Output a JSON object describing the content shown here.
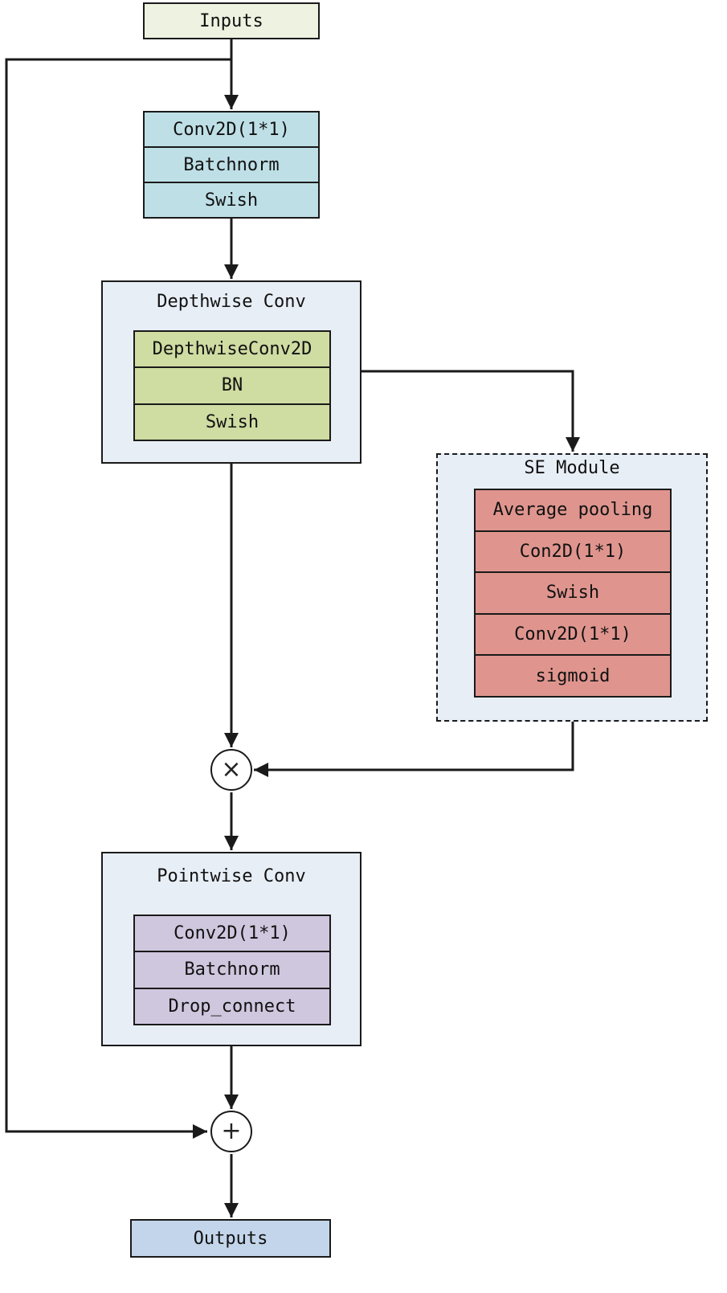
{
  "colors": {
    "inputs_fill": "#edf3e0",
    "conv_block_fill": "#bedfe6",
    "group_fill": "#e8eef6",
    "depthwise_fill": "#cfdca2",
    "se_fill": "#df958e",
    "pointwise_fill": "#cfc7de",
    "outputs_fill": "#c3d5ea",
    "line": "#1a1a1a"
  },
  "inputs": {
    "label": "Inputs"
  },
  "expand_block": {
    "layers": [
      "Conv2D(1*1)",
      "Batchnorm",
      "Swish"
    ]
  },
  "depthwise": {
    "title": "Depthwise Conv",
    "layers": [
      "DepthwiseConv2D",
      "BN",
      "Swish"
    ]
  },
  "se_module": {
    "title": "SE Module",
    "layers": [
      "Average pooling",
      "Con2D(1*1)",
      "Swish",
      "Conv2D(1*1)",
      "sigmoid"
    ]
  },
  "multiply_op": {
    "symbol": "×"
  },
  "pointwise": {
    "title": "Pointwise Conv",
    "layers": [
      "Conv2D(1*1)",
      "Batchnorm",
      "Drop_connect"
    ]
  },
  "add_op": {
    "symbol": "+"
  },
  "outputs": {
    "label": "Outputs"
  }
}
